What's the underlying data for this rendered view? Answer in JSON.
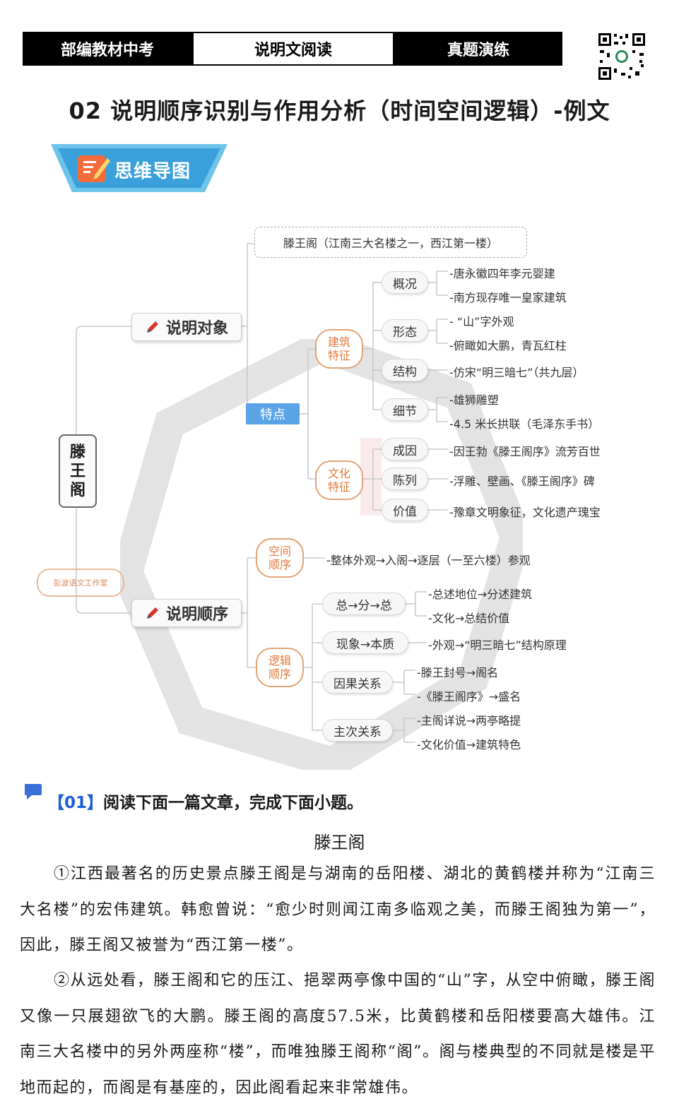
{
  "header": {
    "tab_left": "部编教材中考",
    "tab_mid": "说明文阅读",
    "tab_right": "真题演练"
  },
  "title": "02 说明顺序识别与作用分析（时间空间逻辑）-例文",
  "banner": {
    "label": "思维导图"
  },
  "mindmap": {
    "root": [
      "滕",
      "王",
      "阁"
    ],
    "stamp": "彭波语文工作室",
    "object": {
      "label": "说明对象",
      "top": "滕王阁（江南三大名楼之一，西江第一楼）",
      "feature_tag": "特点",
      "arch": {
        "label": "建筑特征",
        "groups": [
          {
            "label": "概况",
            "leaves": [
              "-唐永徽四年李元婴建",
              "-南方现存唯一皇家建筑"
            ]
          },
          {
            "label": "形态",
            "leaves": [
              "- “山”字外观",
              "-俯瞰如大鹏，青瓦红柱"
            ]
          },
          {
            "label": "结构",
            "leaves": [
              "-仿宋“明三暗七”（共九层）"
            ]
          },
          {
            "label": "细节",
            "leaves": [
              "-雄狮雕塑",
              "-4.5 米长拱联（毛泽东手书）"
            ]
          }
        ]
      },
      "culture": {
        "label": "文化特征",
        "groups": [
          {
            "label": "成因",
            "leaves": [
              "-因王勃《滕王阁序》流芳百世"
            ]
          },
          {
            "label": "陈列",
            "leaves": [
              "-浮雕、壁画、《滕王阁序》碑"
            ]
          },
          {
            "label": "价值",
            "leaves": [
              "-豫章文明象征，文化遗产瑰宝"
            ]
          }
        ]
      }
    },
    "order": {
      "label": "说明顺序",
      "space": {
        "label": "空间顺序",
        "leaf": "-整体外观→入阁→逐层（一至六楼）参观"
      },
      "logic": {
        "label": "逻辑顺序",
        "groups": [
          {
            "label": "总→分→总",
            "leaves": [
              "-总述地位→分述建筑",
              "-文化→总结价值"
            ]
          },
          {
            "label": "现象→本质",
            "leaves": [
              "-外观→“明三暗七”结构原理"
            ]
          },
          {
            "label": "因果关系",
            "leaves": [
              "-滕王封号→阁名",
              "-《滕王阁序》→盛名"
            ]
          },
          {
            "label": "主次关系",
            "leaves": [
              "-主阁详说→两亭略提",
              "-文化价值→建筑特色"
            ]
          }
        ]
      }
    }
  },
  "question": {
    "num": "【01】",
    "text": "阅读下面一篇文章，完成下面小题。"
  },
  "article": {
    "title": "滕王阁",
    "para1": "①江西最著名的历史景点滕王阁是与湖南的岳阳楼、湖北的黄鹤楼并称为“江南三大名楼”的宏伟建筑。韩愈曾说：“愈少时则闻江南多临观之美，而滕王阁独为第一”，因此，滕王阁又被誉为“西江第一楼”。",
    "para2": "②从远处看，滕王阁和它的压江、挹翠两亭像中国的“山”字，从空中俯瞰，滕王阁又像一只展翅欲飞的大鹏。滕王阁的高度57.5米，比黄鹤楼和岳阳楼要高大雄伟。江南三大名楼中的另外两座称“楼”，而唯独滕王阁称“阁”。阁与楼典型的不同就是楼是平地而起的，而阁是有基座的，因此阁看起来非常雄伟。"
  }
}
